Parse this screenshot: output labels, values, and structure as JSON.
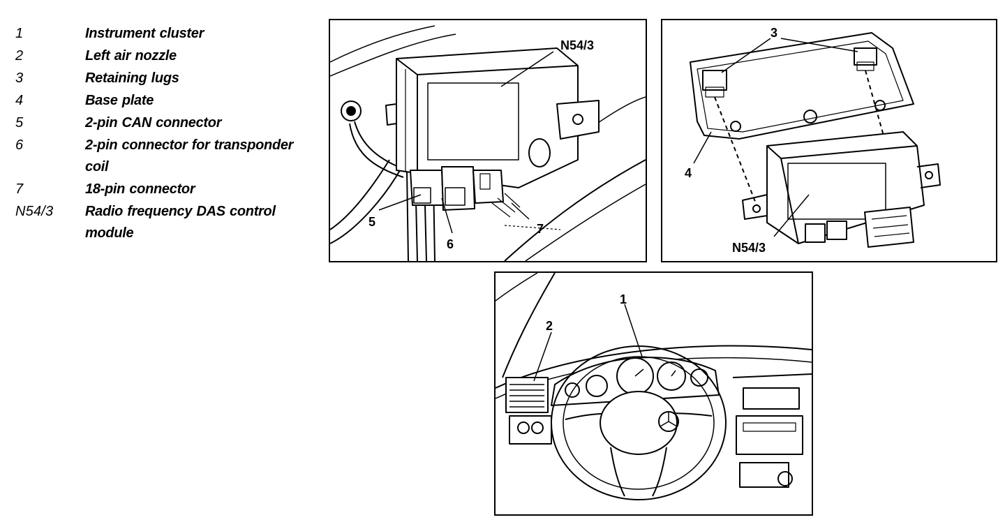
{
  "legend": [
    {
      "code": "1",
      "text": "Instrument cluster"
    },
    {
      "code": "2",
      "text": "Left air nozzle"
    },
    {
      "code": "3",
      "text": "Retaining lugs"
    },
    {
      "code": "4",
      "text": "Base plate"
    },
    {
      "code": "5",
      "text": "2-pin CAN connector"
    },
    {
      "code": "6",
      "text": "2-pin connector for transponder coil"
    },
    {
      "code": "7",
      "text": "18-pin connector"
    },
    {
      "code": "N54/3",
      "text": "Radio frequency DAS control module"
    }
  ],
  "panel_module_installed": {
    "callouts": {
      "module": "N54/3",
      "can": "5",
      "transponder": "6",
      "pin18": "7"
    }
  },
  "panel_base_plate": {
    "callouts": {
      "lugs": "3",
      "base_plate": "4",
      "module": "N54/3"
    }
  },
  "panel_dashboard": {
    "callouts": {
      "cluster": "1",
      "nozzle": "2"
    }
  }
}
